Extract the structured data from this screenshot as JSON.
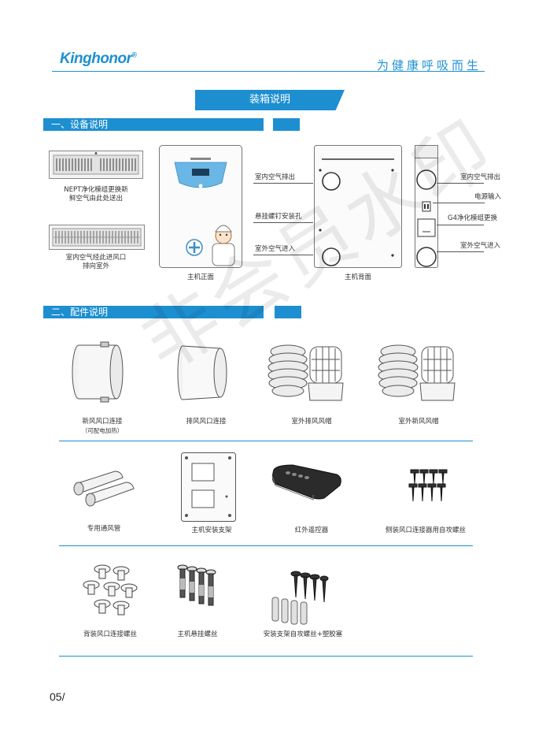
{
  "header": {
    "logo_text": "Kinghonor",
    "logo_mark": "®",
    "slogan": "为健康呼吸而生"
  },
  "page_title": "装箱说明",
  "section1": {
    "title": "一、设备说明",
    "filter1_caption": [
      "NEPT净化模组更换新",
      "鲜空气由此处送出"
    ],
    "filter2_caption": [
      "室内空气经此进风口",
      "排向室外"
    ],
    "front_caption": "主机正面",
    "back_caption": "主机背面",
    "back_labels": {
      "indoor_out": "室内空气排出",
      "hanging_hole": "悬挂螺钉安装孔",
      "outdoor_in": "室外空气进入"
    },
    "side_labels": {
      "indoor_out": "室内空气排出",
      "power": "电源输入",
      "g4": "G4净化模组更换",
      "outdoor_in": "室外空气进入"
    }
  },
  "section2": {
    "title": "二、配件说明",
    "row1": [
      {
        "caption": "新风风口连接",
        "sub": "（可配电加热）"
      },
      {
        "caption": "排风风口连接"
      },
      {
        "caption": "室外排风风帽"
      },
      {
        "caption": "室外新风风帽"
      }
    ],
    "row2": [
      {
        "caption": "专用通风管"
      },
      {
        "caption": "主机安装支架"
      },
      {
        "caption": "红外遥控器"
      },
      {
        "caption": "侧装风口连接器用自攻螺丝"
      }
    ],
    "row3": [
      {
        "caption": "背装风口连接螺丝"
      },
      {
        "caption": "主机悬挂螺丝"
      },
      {
        "caption": "安装支架自攻螺丝+塑胶塞"
      }
    ]
  },
  "watermark": "非会员水印",
  "page_number": "05/",
  "colors": {
    "accent": "#1d8fd1"
  }
}
